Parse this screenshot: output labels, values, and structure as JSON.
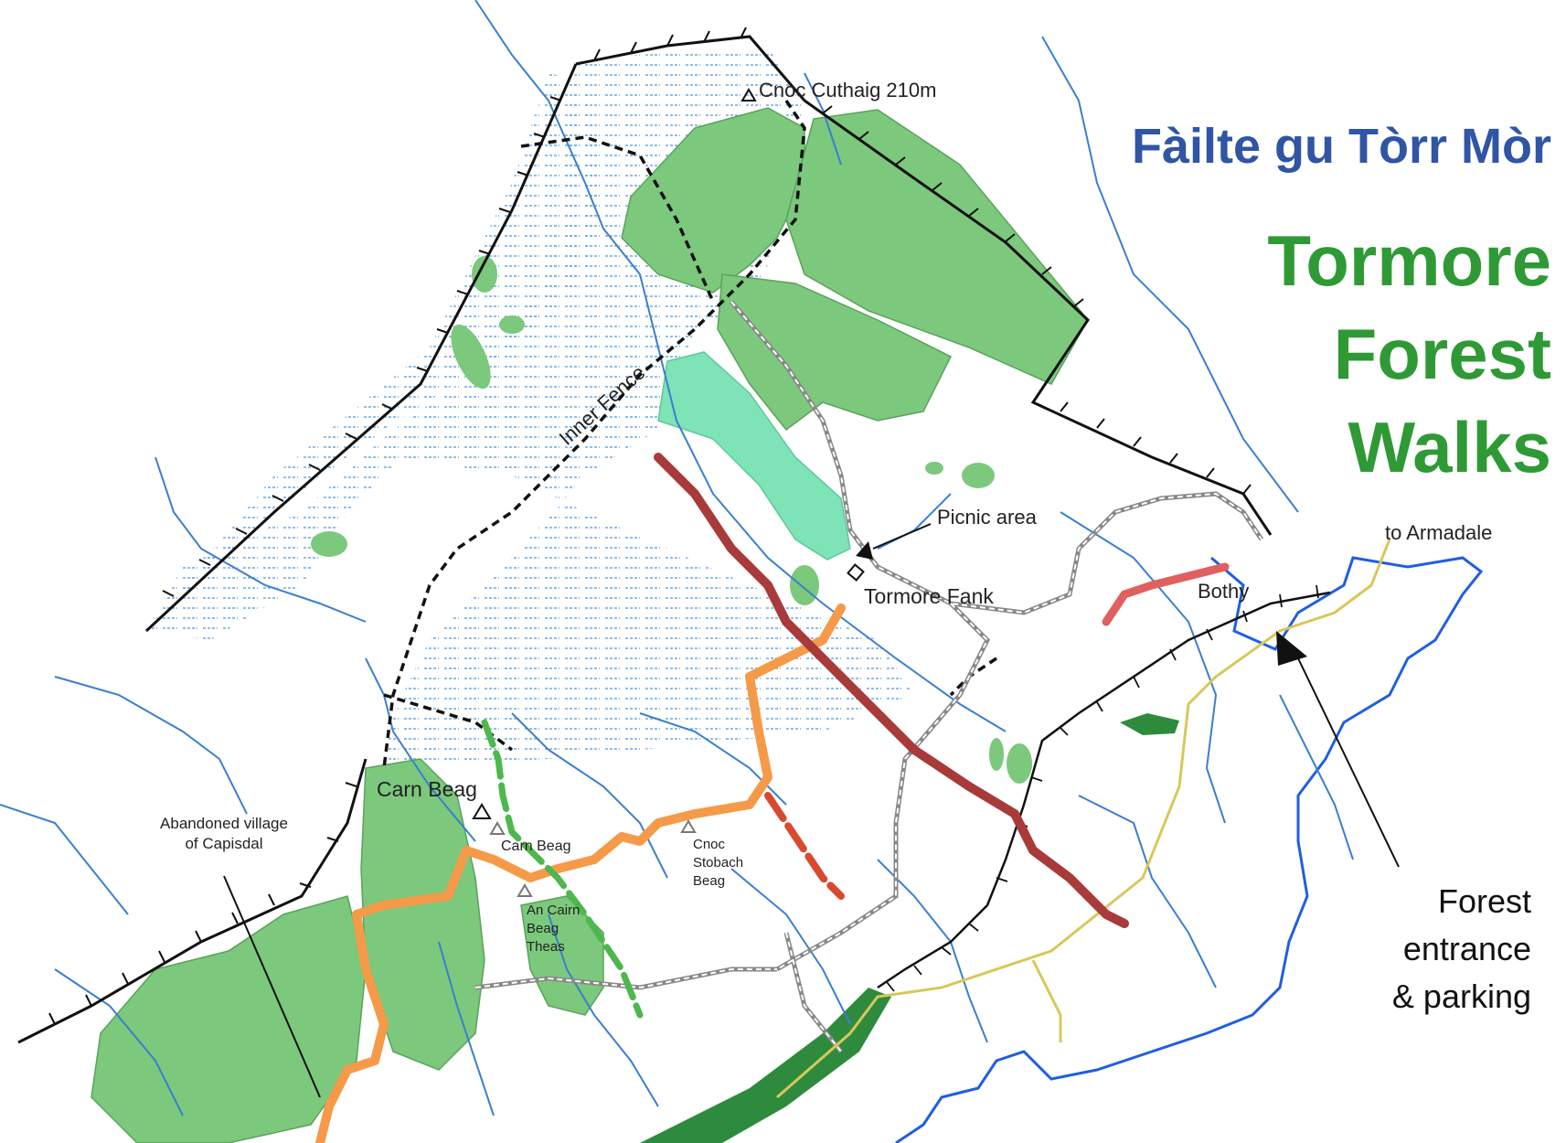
{
  "titles": {
    "gaelic": "Fàilte gu Tòrr Mòr",
    "main_line1": "Tormore",
    "main_line2": "Forest",
    "main_line3": "Walks"
  },
  "labels": {
    "cnoc_cuthaig": "Cnoc Cuthaig 210m",
    "inner_fence": "Inner Fence",
    "picnic_area": "Picnic area",
    "tormore_fank": "Tormore Fank",
    "bothy": "Bothy",
    "to_armadale": "to Armadale",
    "carn_beag_large": "Carn Beag",
    "carn_beag_small": "Carn Beag",
    "abandoned_line1": "Abandoned village",
    "abandoned_line2": "of Capisdal",
    "cnoc_stobach_1": "Cnoc",
    "cnoc_stobach_2": "Stobach",
    "cnoc_stobach_3": "Beag",
    "an_cairn_1": "An Cairn",
    "an_cairn_2": "Beag",
    "an_cairn_3": "Theas",
    "entrance_line1": "Forest",
    "entrance_line2": "entrance",
    "entrance_line3": "& parking"
  },
  "colors": {
    "gaelic_title": "#2f55a4",
    "main_title": "#2f9a35",
    "forest": "#7cc87d",
    "young_forest": "#7fe3b8",
    "dark_forest": "#2e8b3e",
    "stream": "#3a7fd0",
    "coast": "#1f5fe0",
    "bog_lines": "#5aa0e0",
    "orange_walk": "#f59a48",
    "red_walk": "#a83a3a",
    "pink_walk": "#e06060",
    "green_walk": "#4db84d",
    "road": "#111111",
    "yellow_track": "#d8c85a"
  }
}
